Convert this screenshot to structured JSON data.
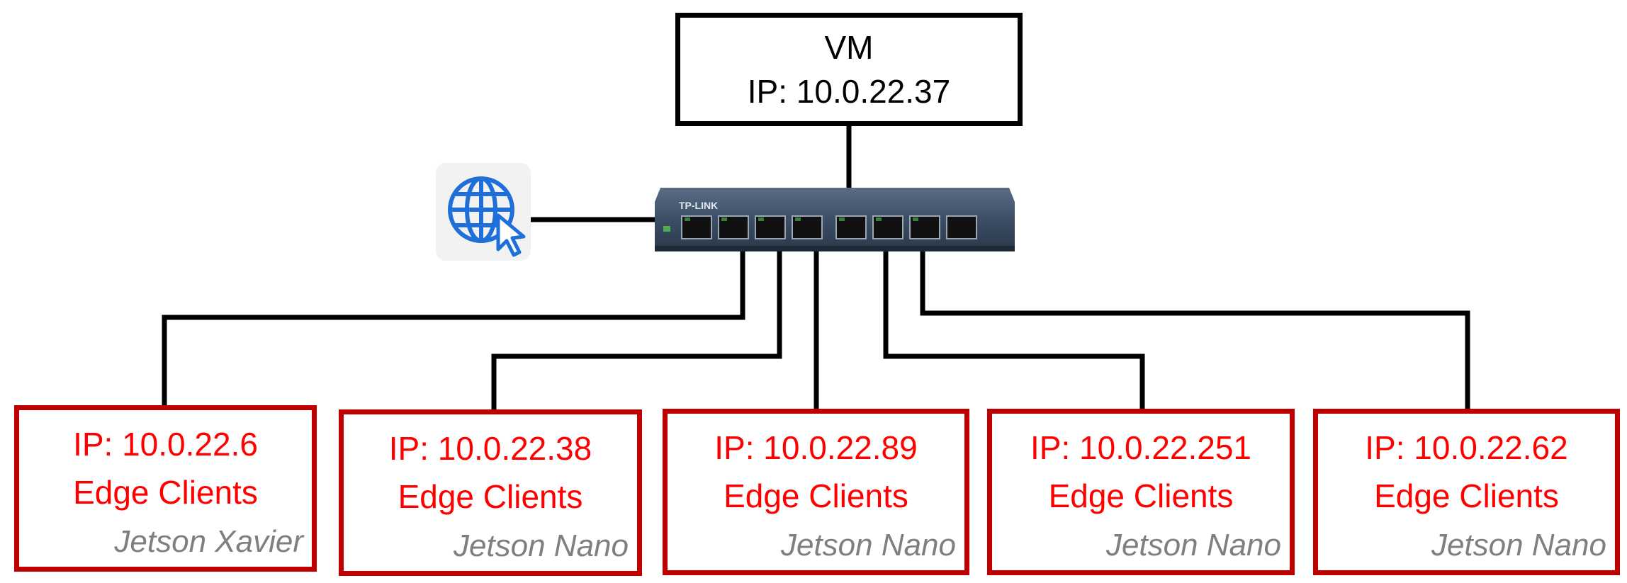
{
  "vm": {
    "title": "VM",
    "ip": "IP: 10.0.22.37"
  },
  "switch": {
    "brand": "TP-LINK",
    "icon": "network-switch-icon"
  },
  "internet": {
    "icon": "globe-cursor-icon"
  },
  "clients": [
    {
      "ip": "IP: 10.0.22.6",
      "role": "Edge Clients",
      "model": "Jetson Xavier"
    },
    {
      "ip": "IP: 10.0.22.38",
      "role": "Edge Clients",
      "model": "Jetson Nano"
    },
    {
      "ip": "IP: 10.0.22.89",
      "role": "Edge Clients",
      "model": "Jetson Nano"
    },
    {
      "ip": "IP: 10.0.22.251",
      "role": "Edge Clients",
      "model": "Jetson Nano"
    },
    {
      "ip": "IP: 10.0.22.62",
      "role": "Edge Clients",
      "model": "Jetson Nano"
    }
  ],
  "colors": {
    "client_border": "#c00000",
    "client_text": "#ff0000",
    "model_text": "#7f7f7f",
    "wire": "#000000",
    "switch_body": "#3d4f66"
  }
}
